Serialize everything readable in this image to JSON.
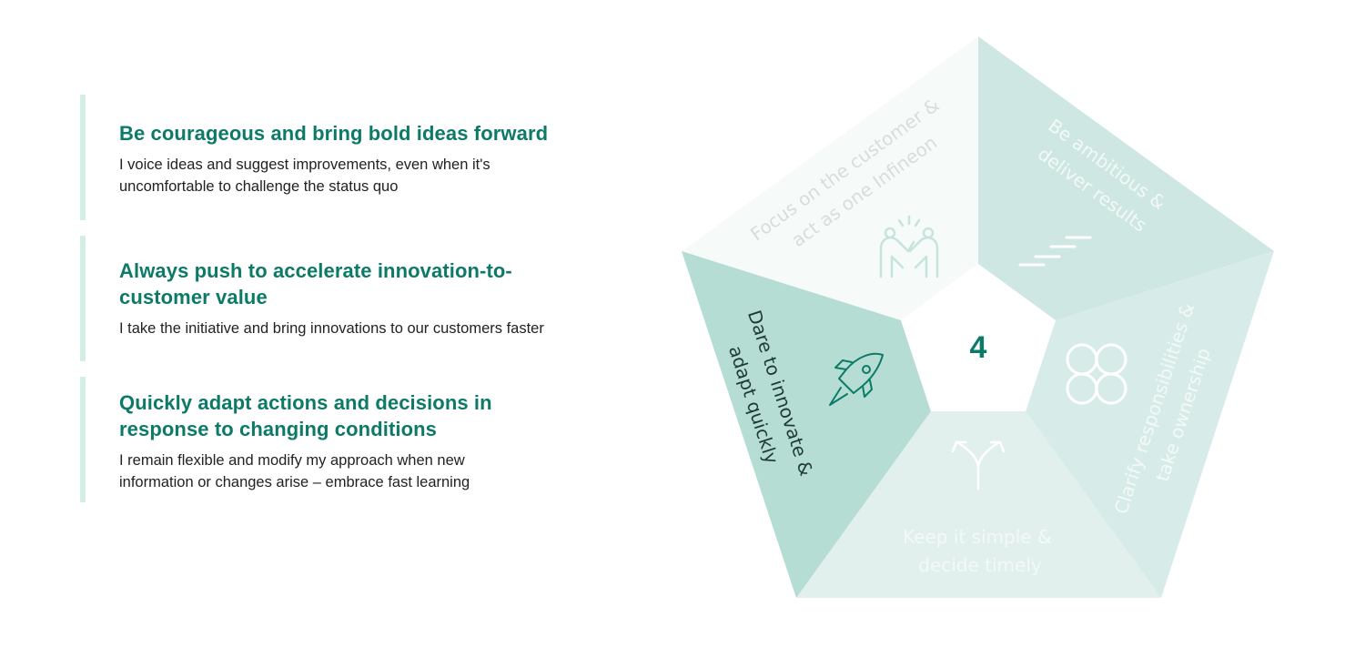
{
  "values": [
    {
      "title": "Be courageous and bring bold ideas forward",
      "lines": [
        "I voice ideas and suggest improvements, even when it's",
        "uncomfortable to challenge the status quo"
      ]
    },
    {
      "title_lines": [
        "Always push to accelerate innovation-to-",
        "customer value"
      ],
      "lines": [
        "I take the initiative and bring innovations to our customers faster"
      ]
    },
    {
      "title_lines": [
        "Quickly adapt actions and decisions in",
        "response to changing conditions"
      ],
      "lines": [
        "I remain flexible and modify my approach when new",
        "information or changes arise – embrace fast learning"
      ]
    }
  ],
  "pentagon": {
    "center_number": "4",
    "segments": {
      "focus": {
        "lines": [
          "Focus on the customer &",
          "act as one Infineon"
        ],
        "icon": "high-five-icon"
      },
      "ambitious": {
        "lines": [
          "Be ambitious &",
          "deliver results"
        ],
        "icon": "stairs-icon"
      },
      "clarify": {
        "lines": [
          "Clarify responsibilities &",
          "take ownership"
        ],
        "icon": "four-petal-icon"
      },
      "simple": {
        "lines": [
          "Keep it simple &",
          "decide timely"
        ],
        "icon": "split-arrow-icon"
      },
      "dare": {
        "lines": [
          "Dare to innovate &",
          "adapt quickly"
        ],
        "icon": "rocket-icon"
      }
    },
    "colors": {
      "focus": "#f6fbfa",
      "ambitious": "#cfe7e2",
      "clarify": "#d7ece8",
      "simple": "#e1f0ed",
      "dare": "#b6ddd4",
      "accent": "#0d7a68"
    }
  }
}
